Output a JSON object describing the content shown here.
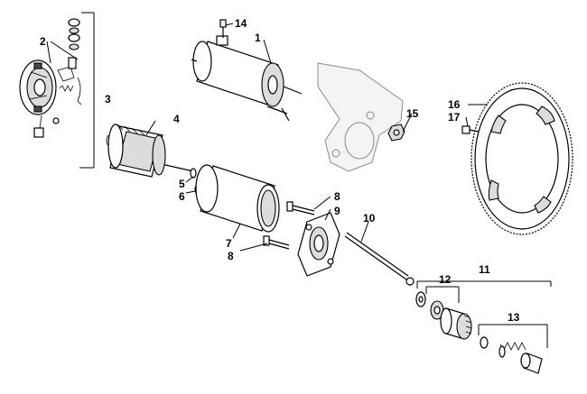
{
  "callouts": {
    "c1": "1",
    "c2": "2",
    "c3": "3",
    "c4": "4",
    "c5": "5",
    "c6": "6",
    "c7": "7",
    "c8a": "8",
    "c8b": "8",
    "c9": "9",
    "c10": "10",
    "c11": "11",
    "c12": "12",
    "c13": "13",
    "c14": "14",
    "c15": "15",
    "c16": "16",
    "c17": "17"
  }
}
